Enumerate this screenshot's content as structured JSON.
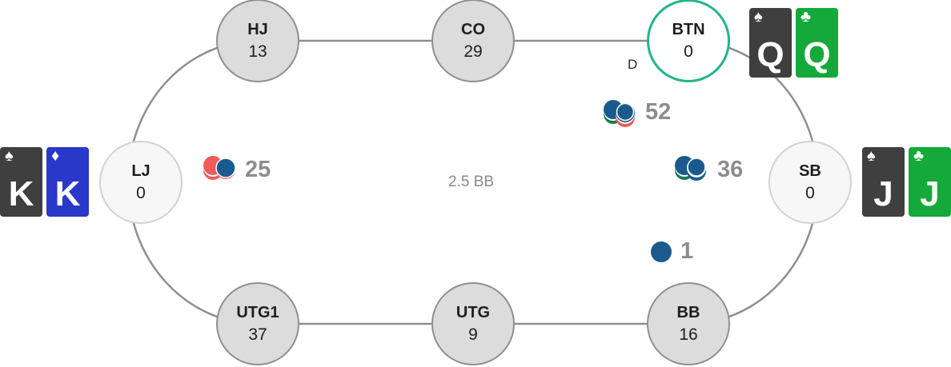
{
  "table": {
    "pot_label": "2.5 BB",
    "dealer_label": "D",
    "colors": {
      "rail": "#8f8f8f",
      "active_ring": "#22b58a",
      "chip_red": "#ef5a5a",
      "chip_blue": "#1b5a8e",
      "chip_green": "#1d7a52"
    }
  },
  "seats": [
    {
      "id": "hj",
      "name": "HJ",
      "stack": "13",
      "state": "waiting"
    },
    {
      "id": "co",
      "name": "CO",
      "stack": "29",
      "state": "waiting"
    },
    {
      "id": "btn",
      "name": "BTN",
      "stack": "0",
      "state": "active"
    },
    {
      "id": "lj",
      "name": "LJ",
      "stack": "0",
      "state": "all-in"
    },
    {
      "id": "sb",
      "name": "SB",
      "stack": "0",
      "state": "all-in"
    },
    {
      "id": "utg1",
      "name": "UTG1",
      "stack": "37",
      "state": "waiting"
    },
    {
      "id": "utg",
      "name": "UTG",
      "stack": "9",
      "state": "waiting"
    },
    {
      "id": "bb",
      "name": "BB",
      "stack": "16",
      "state": "waiting"
    }
  ],
  "hands": {
    "btn": [
      {
        "rank": "Q",
        "suit": "♠",
        "suit_name": "spades",
        "color": "#3f3f3f"
      },
      {
        "rank": "Q",
        "suit": "♣",
        "suit_name": "clubs",
        "color": "#15a83a"
      }
    ],
    "lj": [
      {
        "rank": "K",
        "suit": "♠",
        "suit_name": "spades",
        "color": "#3f3f3f"
      },
      {
        "rank": "K",
        "suit": "♦",
        "suit_name": "diamonds",
        "color": "#2a38c9"
      }
    ],
    "sb": [
      {
        "rank": "J",
        "suit": "♠",
        "suit_name": "spades",
        "color": "#3f3f3f"
      },
      {
        "rank": "J",
        "suit": "♣",
        "suit_name": "clubs",
        "color": "#15a83a"
      }
    ]
  },
  "bets": [
    {
      "id": "btn",
      "amount": "52",
      "chips": "stack-large"
    },
    {
      "id": "lj",
      "amount": "25",
      "chips": "red-blue"
    },
    {
      "id": "sb",
      "amount": "36",
      "chips": "green-blue"
    },
    {
      "id": "bb",
      "amount": "1",
      "chips": "single-blue"
    }
  ]
}
